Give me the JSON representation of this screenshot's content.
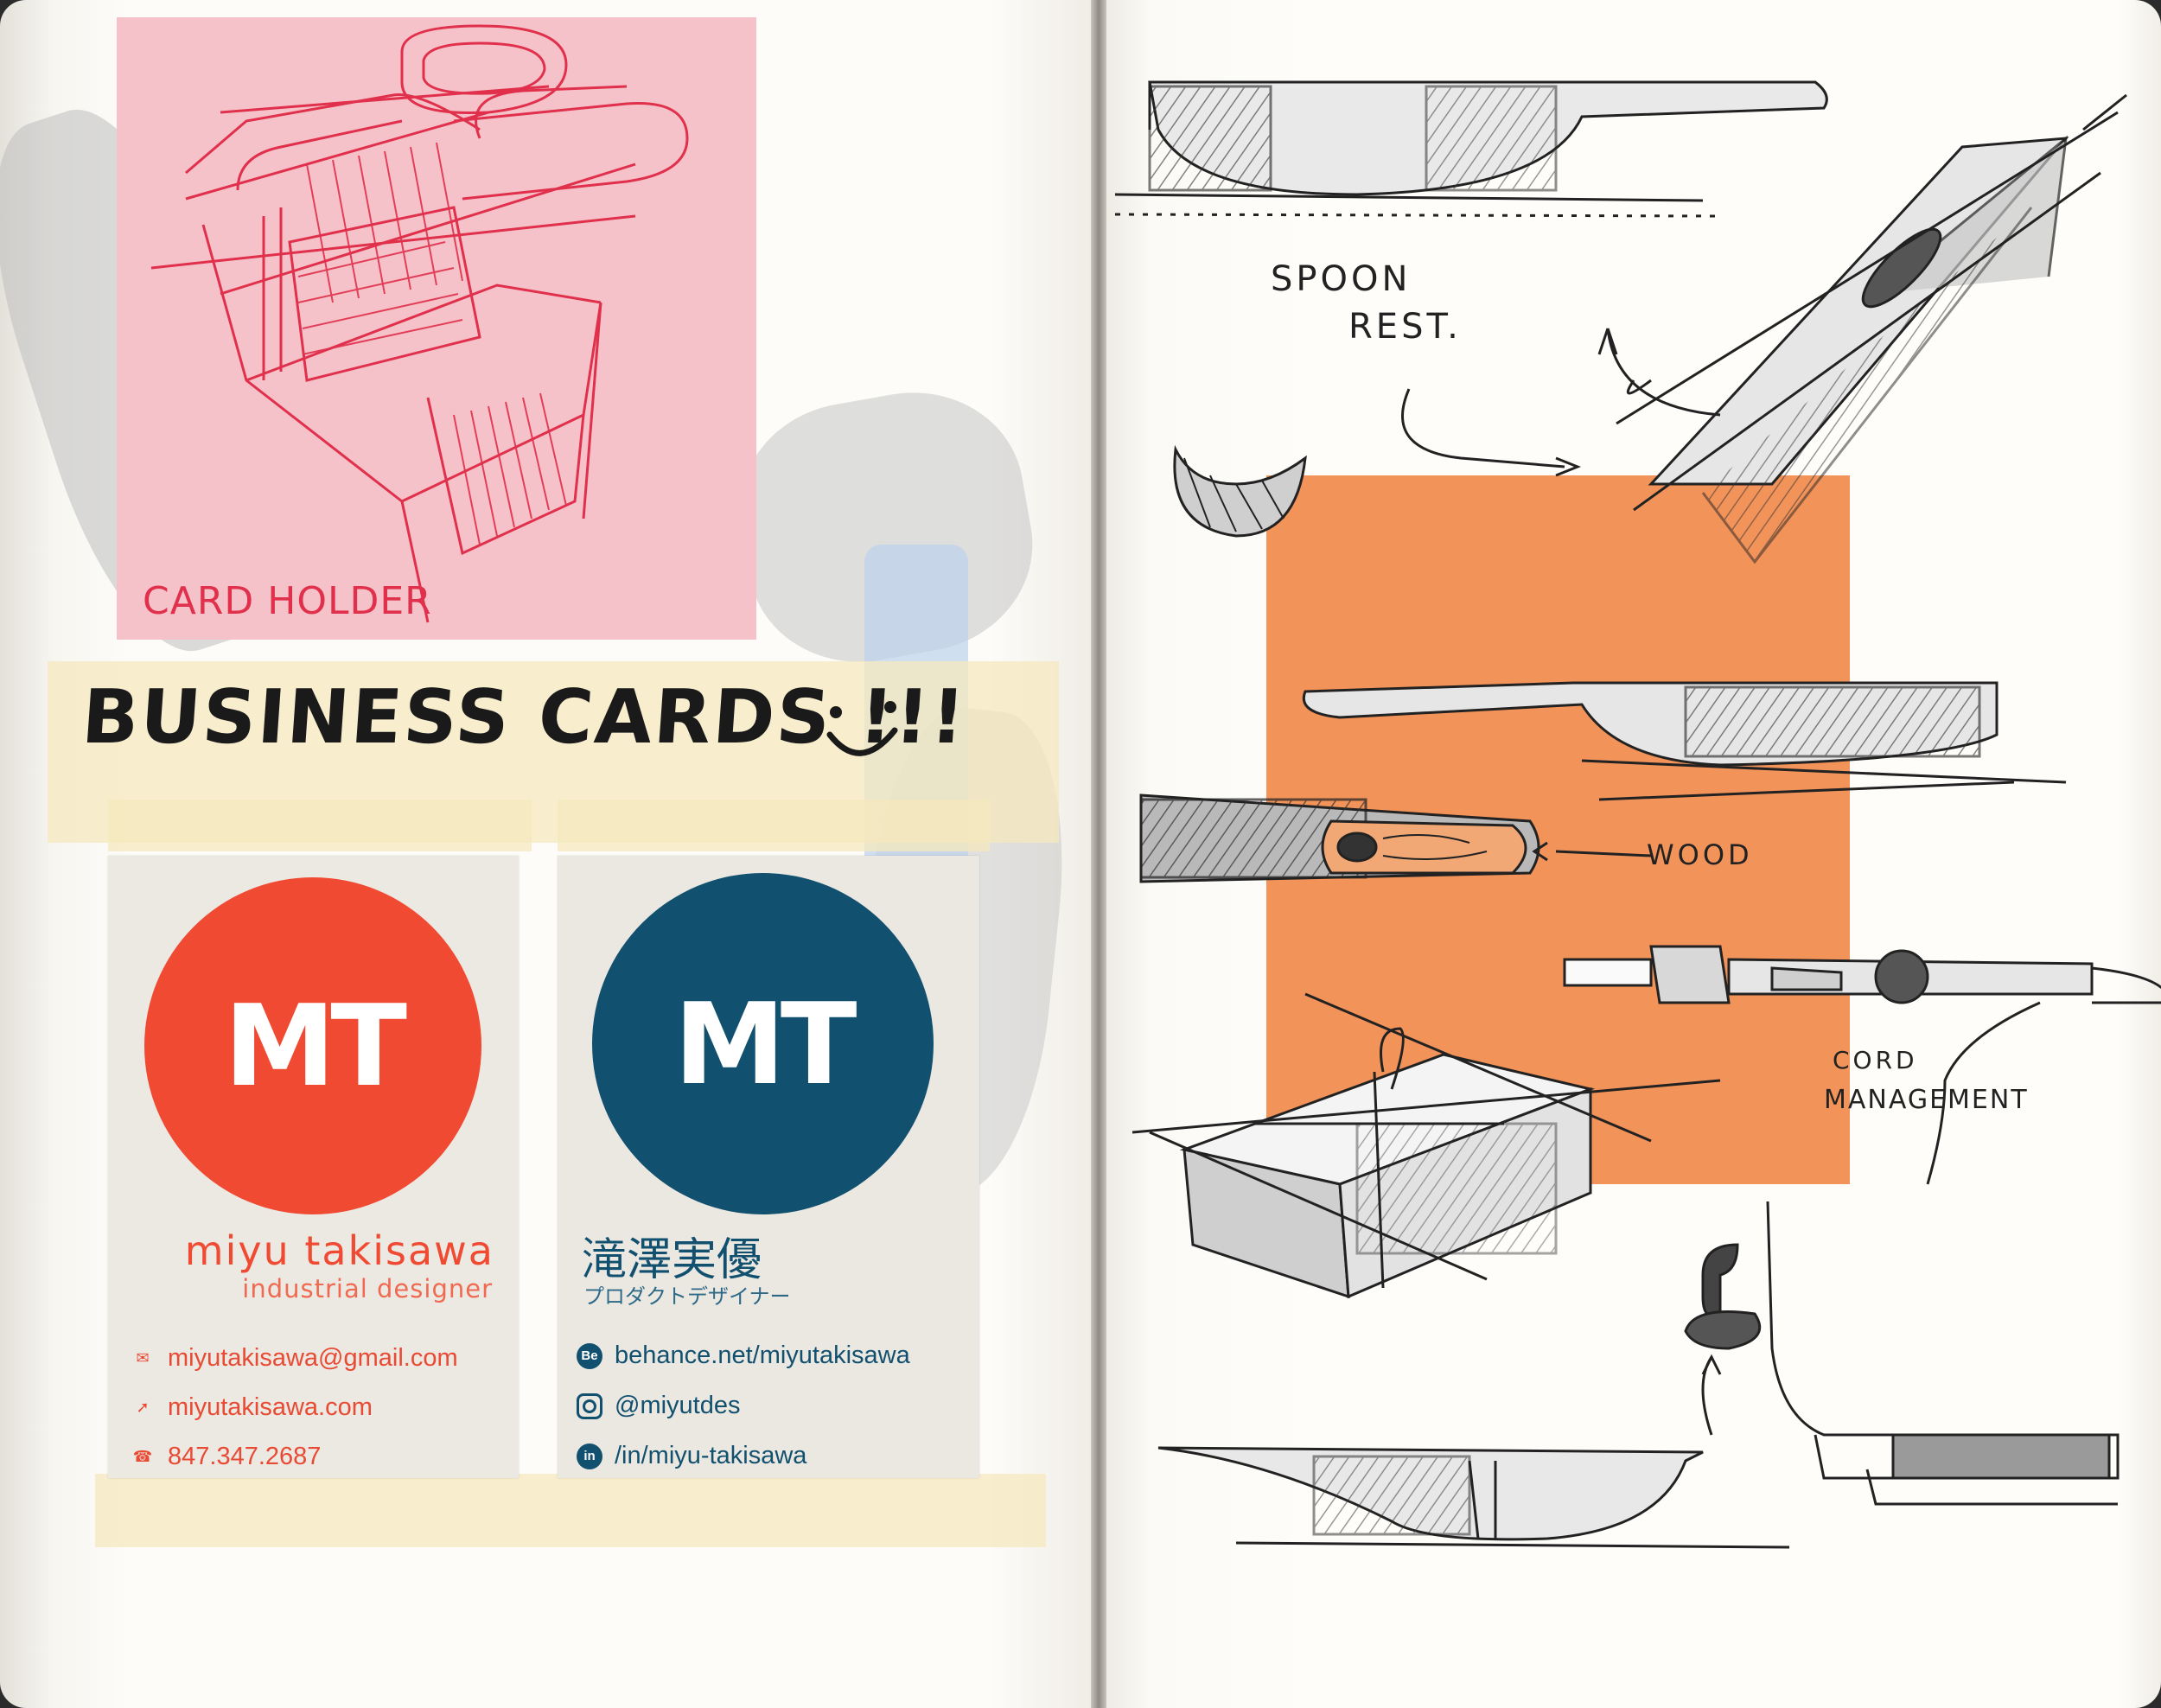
{
  "sticky_note": {
    "label": "CARD HOLDER",
    "color": "#f6c2c9",
    "ink": "#e0304c"
  },
  "headline": {
    "text": "BUSINESS CARDS !!!"
  },
  "card_en": {
    "monogram": "MT",
    "name": "miyu takisawa",
    "title": "industrial designer",
    "accent": "#f04a32",
    "contacts": [
      {
        "icon": "mail-icon",
        "text": "miyutakisawa@gmail.com"
      },
      {
        "icon": "cursor-icon",
        "text": "miyutakisawa.com"
      },
      {
        "icon": "phone-icon",
        "text": "847.347.2687"
      }
    ]
  },
  "card_jp": {
    "monogram": "MT",
    "name": "滝澤実優",
    "title": "プロダクトデザイナー",
    "accent": "#12506f",
    "contacts": [
      {
        "icon": "behance-icon",
        "text": "behance.net/miyutakisawa"
      },
      {
        "icon": "instagram-icon",
        "text": "@miyutdes"
      },
      {
        "icon": "linkedin-icon",
        "text": "/in/miyu-takisawa"
      }
    ]
  },
  "sketch_labels": {
    "spoon": "SPOON",
    "rest": "REST.",
    "wood": "WOOD",
    "cord": "CORD",
    "management": "MANAGEMENT"
  },
  "colors": {
    "marker_orange": "#f2935a",
    "paper": "#fdfcf9",
    "graphite": "#9a9a9a"
  }
}
